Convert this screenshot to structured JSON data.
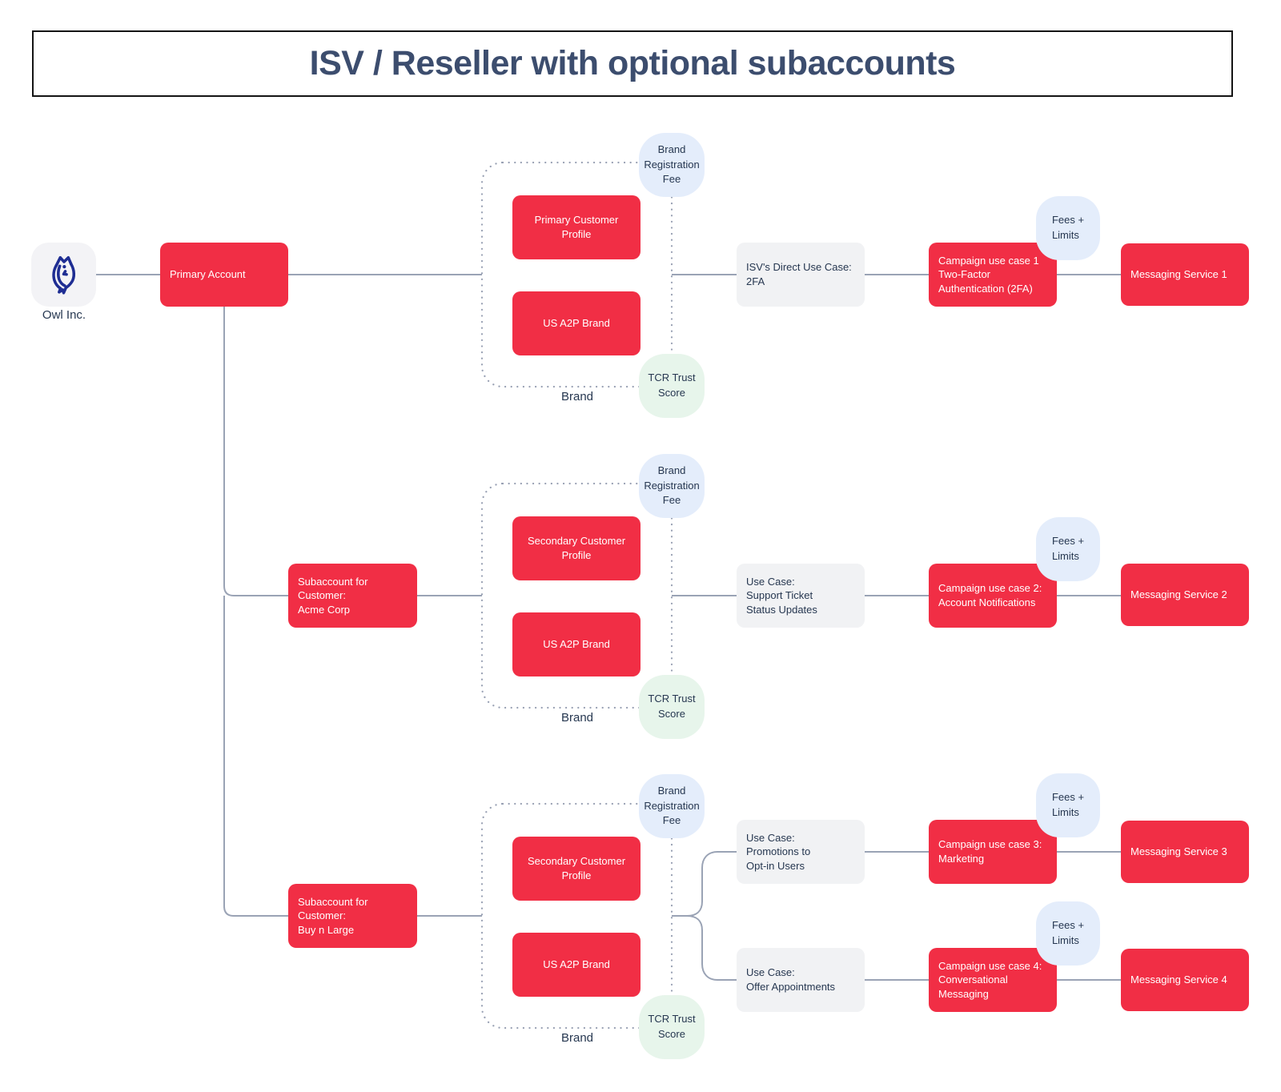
{
  "title": "ISV / Reseller with optional subaccounts",
  "company": {
    "name": "Owl Inc."
  },
  "primary_account": {
    "label": "Primary Account"
  },
  "subaccounts": [
    {
      "label": "Subaccount for\nCustomer:\nAcme Corp"
    },
    {
      "label": "Subaccount for\nCustomer:\nBuy n Large"
    }
  ],
  "brand_groups": [
    {
      "profile": "Primary Customer Profile",
      "a2p_brand": "US A2P Brand",
      "registration_fee": "Brand\nRegistration\nFee",
      "trust_score": "TCR Trust\nScore",
      "caption": "Brand"
    },
    {
      "profile": "Secondary Customer Profile",
      "a2p_brand": "US A2P Brand",
      "registration_fee": "Brand\nRegistration\nFee",
      "trust_score": "TCR Trust\nScore",
      "caption": "Brand"
    },
    {
      "profile": "Secondary Customer Profile",
      "a2p_brand": "US A2P Brand",
      "registration_fee": "Brand\nRegistration\nFee",
      "trust_score": "TCR Trust\nScore",
      "caption": "Brand"
    }
  ],
  "flows": [
    {
      "use_case": "ISV's Direct Use Case:\n2FA",
      "campaign": "Campaign use case 1\nTwo-Factor\nAuthentication (2FA)",
      "fees": "Fees +\nLimits",
      "service": "Messaging Service 1"
    },
    {
      "use_case": "Use Case:\nSupport Ticket\nStatus Updates",
      "campaign": "Campaign use case 2:\nAccount Notifications",
      "fees": "Fees +\nLimits",
      "service": "Messaging Service 2"
    },
    {
      "use_case": "Use Case:\nPromotions to\nOpt-in Users",
      "campaign": "Campaign use case 3:\nMarketing",
      "fees": "Fees +\nLimits",
      "service": "Messaging Service 3"
    },
    {
      "use_case": "Use Case:\nOffer Appointments",
      "campaign": "Campaign use case 4:\nConversational\nMessaging",
      "fees": "Fees +\nLimits",
      "service": "Messaging Service 4"
    }
  ],
  "colors": {
    "accent_red": "#F12E45",
    "node_gray": "#F1F2F4",
    "tile_gray": "#F3F3F6",
    "fee_blue": "#E4EDFB",
    "trust_green": "#E7F5EB",
    "connector": "#9AA3B5",
    "dotted_border": "#98A0B3",
    "ink": "#263750",
    "title_ink": "#3C4D6E",
    "owl_blue": "#1E2D93"
  }
}
